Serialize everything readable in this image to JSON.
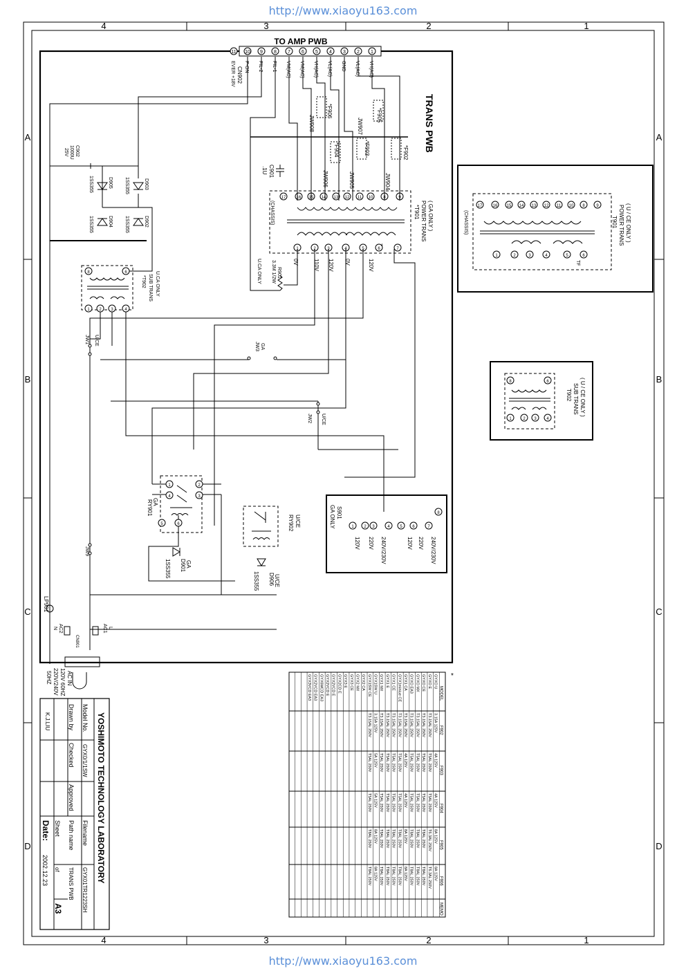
{
  "header_url": "http://www.xiaoyu163.com",
  "footer_url": "http://www.xiaoyu163.com",
  "grid": {
    "cols": [
      "4",
      "3",
      "2",
      "1"
    ],
    "rows": [
      "A",
      "B",
      "C",
      "D"
    ]
  },
  "connector": {
    "title": "TO AMP PWB",
    "ref": "CN902",
    "pins": [
      "VH(AC)",
      "VL(AC)",
      "GND",
      "VL(AC)",
      "VH(AC)",
      "VM(AC)",
      "VM(AC)",
      "FIL-1",
      "FIL-2",
      "P-ON",
      "EVER +18V"
    ],
    "pin_numbers": [
      "1",
      "2",
      "3",
      "4",
      "5",
      "6",
      "7",
      "8",
      "9",
      "10",
      "11"
    ]
  },
  "board_title": "TRANS PWB",
  "fuses": [
    "*F902",
    "*F903",
    "*F904",
    "*F905",
    "*F906"
  ],
  "jumpers": [
    "JW904",
    "JW905",
    "JW906",
    "JW907",
    "JW908",
    "JW1",
    "JW2",
    "JW3",
    "JW9"
  ],
  "main_trans": {
    "ref": "*T901",
    "lines": [
      "( GA ONLY )",
      "POWER TRANS"
    ],
    "chassis": "(CHASSIS)",
    "tf": "TF"
  },
  "cap_c901": [
    "C901",
    ".1U"
  ],
  "cap_c902": [
    "C902",
    "1000U",
    "25V"
  ],
  "diodes": [
    {
      "ref": "D903",
      "part": "1SS355"
    },
    {
      "ref": "D905",
      "part": "1SS355"
    },
    {
      "ref": "D902",
      "part": "1SS355"
    },
    {
      "ref": "D904",
      "part": "1SS355"
    }
  ],
  "r901": [
    "R901",
    "3.3M 1/2W",
    "U.CA ONLY"
  ],
  "sec_voltages": [
    "0V",
    "110V",
    "120V",
    "0V",
    "120V"
  ],
  "sub_trans": {
    "ref": "*T902",
    "lines": [
      "U.CA ONLY",
      "SUB TRANS"
    ]
  },
  "ry901": {
    "ref": "RY901",
    "note": "GA"
  },
  "ry902": {
    "ref": "RY902",
    "note": "U/CE"
  },
  "d901": {
    "ref": "D901",
    "part": "1SS355",
    "note": "GA"
  },
  "d906": {
    "ref": "D906",
    "part": "1SS355",
    "note": "U/CE"
  },
  "jw_labels": {
    "jw1": "U/CE",
    "jw3": "GA",
    "jw2": "U/CE"
  },
  "selector": {
    "ref": "S901",
    "note": "GA ONLY",
    "voltages": [
      "120V",
      "220V",
      "240V/230V",
      "120V",
      "220V",
      "240V/230V"
    ]
  },
  "ac_in": {
    "label": "AC IN",
    "ratings": [
      "120V 60HZ",
      "220V/240V",
      "50HZ"
    ],
    "ac1": "AC1",
    "ac2": "AC2",
    "l": "L",
    "n": "N",
    "cn": "CN901",
    "lp": "LP901"
  },
  "t901_ce": {
    "lines": [
      "( U / CE ONLY )",
      "POWER TRANS"
    ],
    "ref": "T901",
    "chassis": "(CHASSIS)",
    "tf": "TF"
  },
  "t902_ce": {
    "lines": [
      "( U / CE ONLY )",
      "SUB TRANS"
    ],
    "ref": "T902"
  },
  "fuse_table": {
    "star": "*",
    "headers": [
      "MODEL",
      "F902",
      "F903",
      "F904",
      "F905",
      "F906",
      "MEMO"
    ],
    "rows": [
      [
        "GYXO U",
        "3.15A 125V",
        "4A 125V",
        "4A 125V",
        "8A 125V",
        "8A 125V",
        ""
      ],
      [
        "GYXO E",
        "T3.15AL 250V",
        "T5AL 250V",
        "T5AL 250V",
        "T6.3AL 250V",
        "T6.3AL 250V",
        ""
      ],
      [
        "GYXO CE",
        "T3.15AL 250V",
        "T5AL 250V",
        "T5AL 250V",
        "T8AL 250V",
        "T8AL 250V",
        ""
      ],
      [
        "GYXO MX",
        "T3.15AL 250V",
        "T5AL 250V",
        "T5AL 250V",
        "T8AL 250V",
        "T8AL 250V",
        ""
      ],
      [
        "GYXO EA3",
        "T3.15AL 250V",
        "T5AL 250V",
        "T5AL 250V",
        "T8AL 250V",
        "T8AL 250V",
        ""
      ],
      [
        "GYX1 CA",
        "T3.15AL 250V",
        "4A 125V",
        "4A 125V",
        "8A 125V",
        "8A 125V",
        ""
      ],
      [
        "GYX1miniue CE",
        "T3.15AL 250V",
        "T5AL 250V",
        "T5AL 250V",
        "T8AL 250V",
        "T8AL 250V",
        ""
      ],
      [
        "GYX1 CE",
        "T3.15AL 250V",
        "T5AL 250V",
        "T5AL 250V",
        "T8AL 250V",
        "T8AL 250V",
        ""
      ],
      [
        "GYX1 E",
        "T3.15AL 250V",
        "T5AL 250V",
        "T5AL 250V",
        "T8AL 250V",
        "T8AL 250V",
        ""
      ],
      [
        "GYX1 MX",
        "T3.15AL 250V",
        "T5AL 250V",
        "T5AL 250V",
        "T8AL 250V",
        "T8AL 250V",
        ""
      ],
      [
        "GYX1SW U",
        "3.15A 125V",
        "5A 125V",
        "5A 125V",
        "8A 125V",
        "8A 125V",
        ""
      ],
      [
        "GYX1SW CE",
        "T3.15AL 250V",
        "T5AL 250V",
        "T5AL 250V",
        "T8AL 250V",
        "T8AL 250V",
        ""
      ],
      [
        "GYX2 CA",
        "",
        "",
        "",
        "",
        "",
        ""
      ],
      [
        "GYX2 MX",
        "",
        "",
        "",
        "",
        "",
        ""
      ],
      [
        "GYX3 CE",
        "",
        "",
        "",
        "",
        "",
        ""
      ],
      [
        "GYX3 E",
        "",
        "",
        "",
        "",
        "",
        ""
      ],
      [
        "GYX2CD E",
        "",
        "",
        "",
        "",
        "",
        ""
      ],
      [
        "GYX2VCD E",
        "",
        "",
        "",
        "",
        "",
        ""
      ],
      [
        "GYX2VCD E",
        "",
        "",
        "",
        "",
        "",
        ""
      ],
      [
        "GYX6MCD EA3",
        "",
        "",
        "",
        "",
        "",
        ""
      ],
      [
        "GYX2VCD EA3",
        "",
        "",
        "",
        "",
        "",
        ""
      ],
      [
        "GYX3VCD EA3",
        "",
        "",
        "",
        "",
        "",
        ""
      ],
      [
        "",
        "",
        "",
        "",
        "",
        "",
        ""
      ],
      [
        "",
        "",
        "",
        "",
        "",
        "",
        ""
      ],
      [
        "",
        "",
        "",
        "",
        "",
        "",
        ""
      ]
    ]
  },
  "title_block": {
    "company": "YOSHIMOTO TECHNOLOGY LABORATORY",
    "model_no_label": "Model No.",
    "model_no": "GYX0/1/1SW",
    "filename_label": "Filename",
    "filename": "GYX01TR1223SH",
    "drawn_label": "Drawn by",
    "checked_label": "Checked",
    "approved_label": "Approved",
    "path_label": "Path name",
    "path": "TRANS PWB",
    "sheet_label": "Sheet",
    "of_label": "of",
    "size": "A3",
    "drawer": "K.J.LIU",
    "date_label": "Date:",
    "date": "2002.12.23"
  }
}
